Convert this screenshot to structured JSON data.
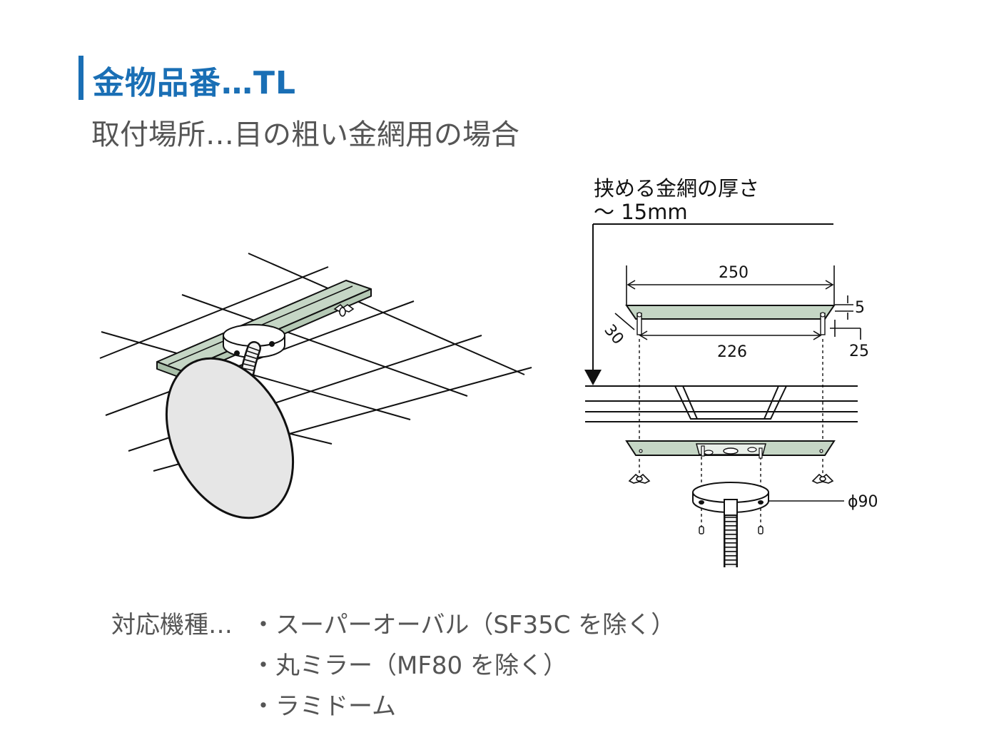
{
  "header": {
    "title": "金物品番…TL",
    "subtitle": "取付場所…目の粗い金網用の場合"
  },
  "diagram": {
    "thickness_label_line1": "挟める金網の厚さ",
    "thickness_label_line2": "～ 15mm",
    "dim_250": "250",
    "dim_5": "5",
    "dim_30": "30",
    "dim_226": "226",
    "dim_25": "25",
    "dim_phi90": "ϕ90"
  },
  "compatibility": {
    "label": "対応機種…",
    "items": [
      "・スーパーオーバル（SF35C を除く）",
      "・丸ミラー（MF80 を除く）",
      "・ラミドーム"
    ]
  },
  "colors": {
    "accent": "#1a6fb5",
    "plate": "#c5d6c5",
    "mirror": "#e6e6e6"
  }
}
